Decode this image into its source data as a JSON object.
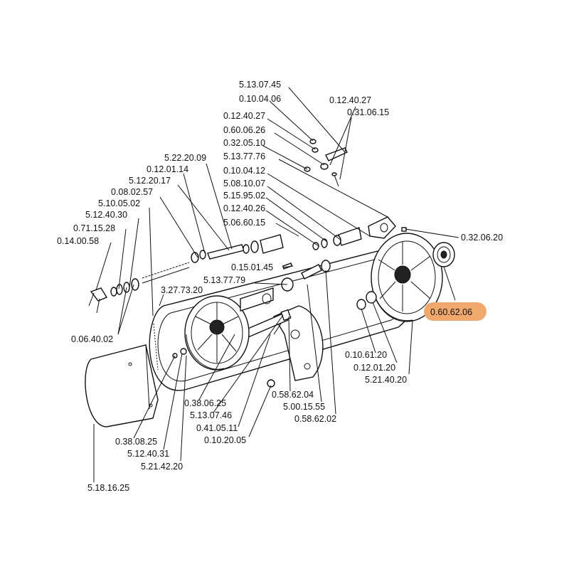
{
  "diagram": {
    "highlight_color": "#f0a86c",
    "labels": {
      "p_5_13_07_45": "5.13.07.45",
      "p_0_10_04_06": "0.10.04.06",
      "p_0_12_40_27_a": "0.12.40.27",
      "p_0_31_06_15": "0.31.06.15",
      "p_0_12_40_27_b": "0.12.40.27",
      "p_0_60_06_26": "0.60.06.26",
      "p_0_32_05_10": "0.32.05.10",
      "p_5_22_20_09": "5.22.20.09",
      "p_5_13_77_76": "5.13.77.76",
      "p_0_12_01_14": "0.12.01.14",
      "p_0_10_04_12": "0.10.04.12",
      "p_5_12_20_17": "5.12.20.17",
      "p_5_08_10_07": "5.08.10.07",
      "p_0_08_02_57": "0.08.02.57",
      "p_5_15_95_02": "5.15.95.02",
      "p_5_10_05_02": "5.10.05.02",
      "p_0_12_40_26": "0.12.40.26",
      "p_5_12_40_30": "5.12.40.30",
      "p_5_06_60_15": "5.06.60.15",
      "p_0_71_15_28": "0.71.15.28",
      "p_0_32_06_20": "0.32.06.20",
      "p_0_14_00_58": "0.14.00.58",
      "p_0_15_01_45": "0.15.01.45",
      "p_5_13_77_79": "5.13.77.79",
      "p_3_27_73_20": "3.27.73.20",
      "p_0_60_62_06": "0.60.62.06",
      "p_0_06_40_02": "0.06.40.02",
      "p_0_10_61_20": "0.10.61.20",
      "p_0_12_01_20": "0.12.01.20",
      "p_5_21_40_20": "5.21.40.20",
      "p_0_58_62_04": "0.58.62.04",
      "p_0_38_06_25": "0.38.06.25",
      "p_5_00_15_55": "5.00.15.55",
      "p_5_13_07_46": "5.13.07.46",
      "p_0_58_62_02": "0.58.62.02",
      "p_0_41_05_11": "0.41.05.11",
      "p_0_10_20_05": "0.10.20.05",
      "p_0_38_08_25": "0.38.08.25",
      "p_5_12_40_31": "5.12.40.31",
      "p_5_21_42_20": "5.21.42.20",
      "p_5_18_16_25": "5.18.16.25"
    }
  }
}
